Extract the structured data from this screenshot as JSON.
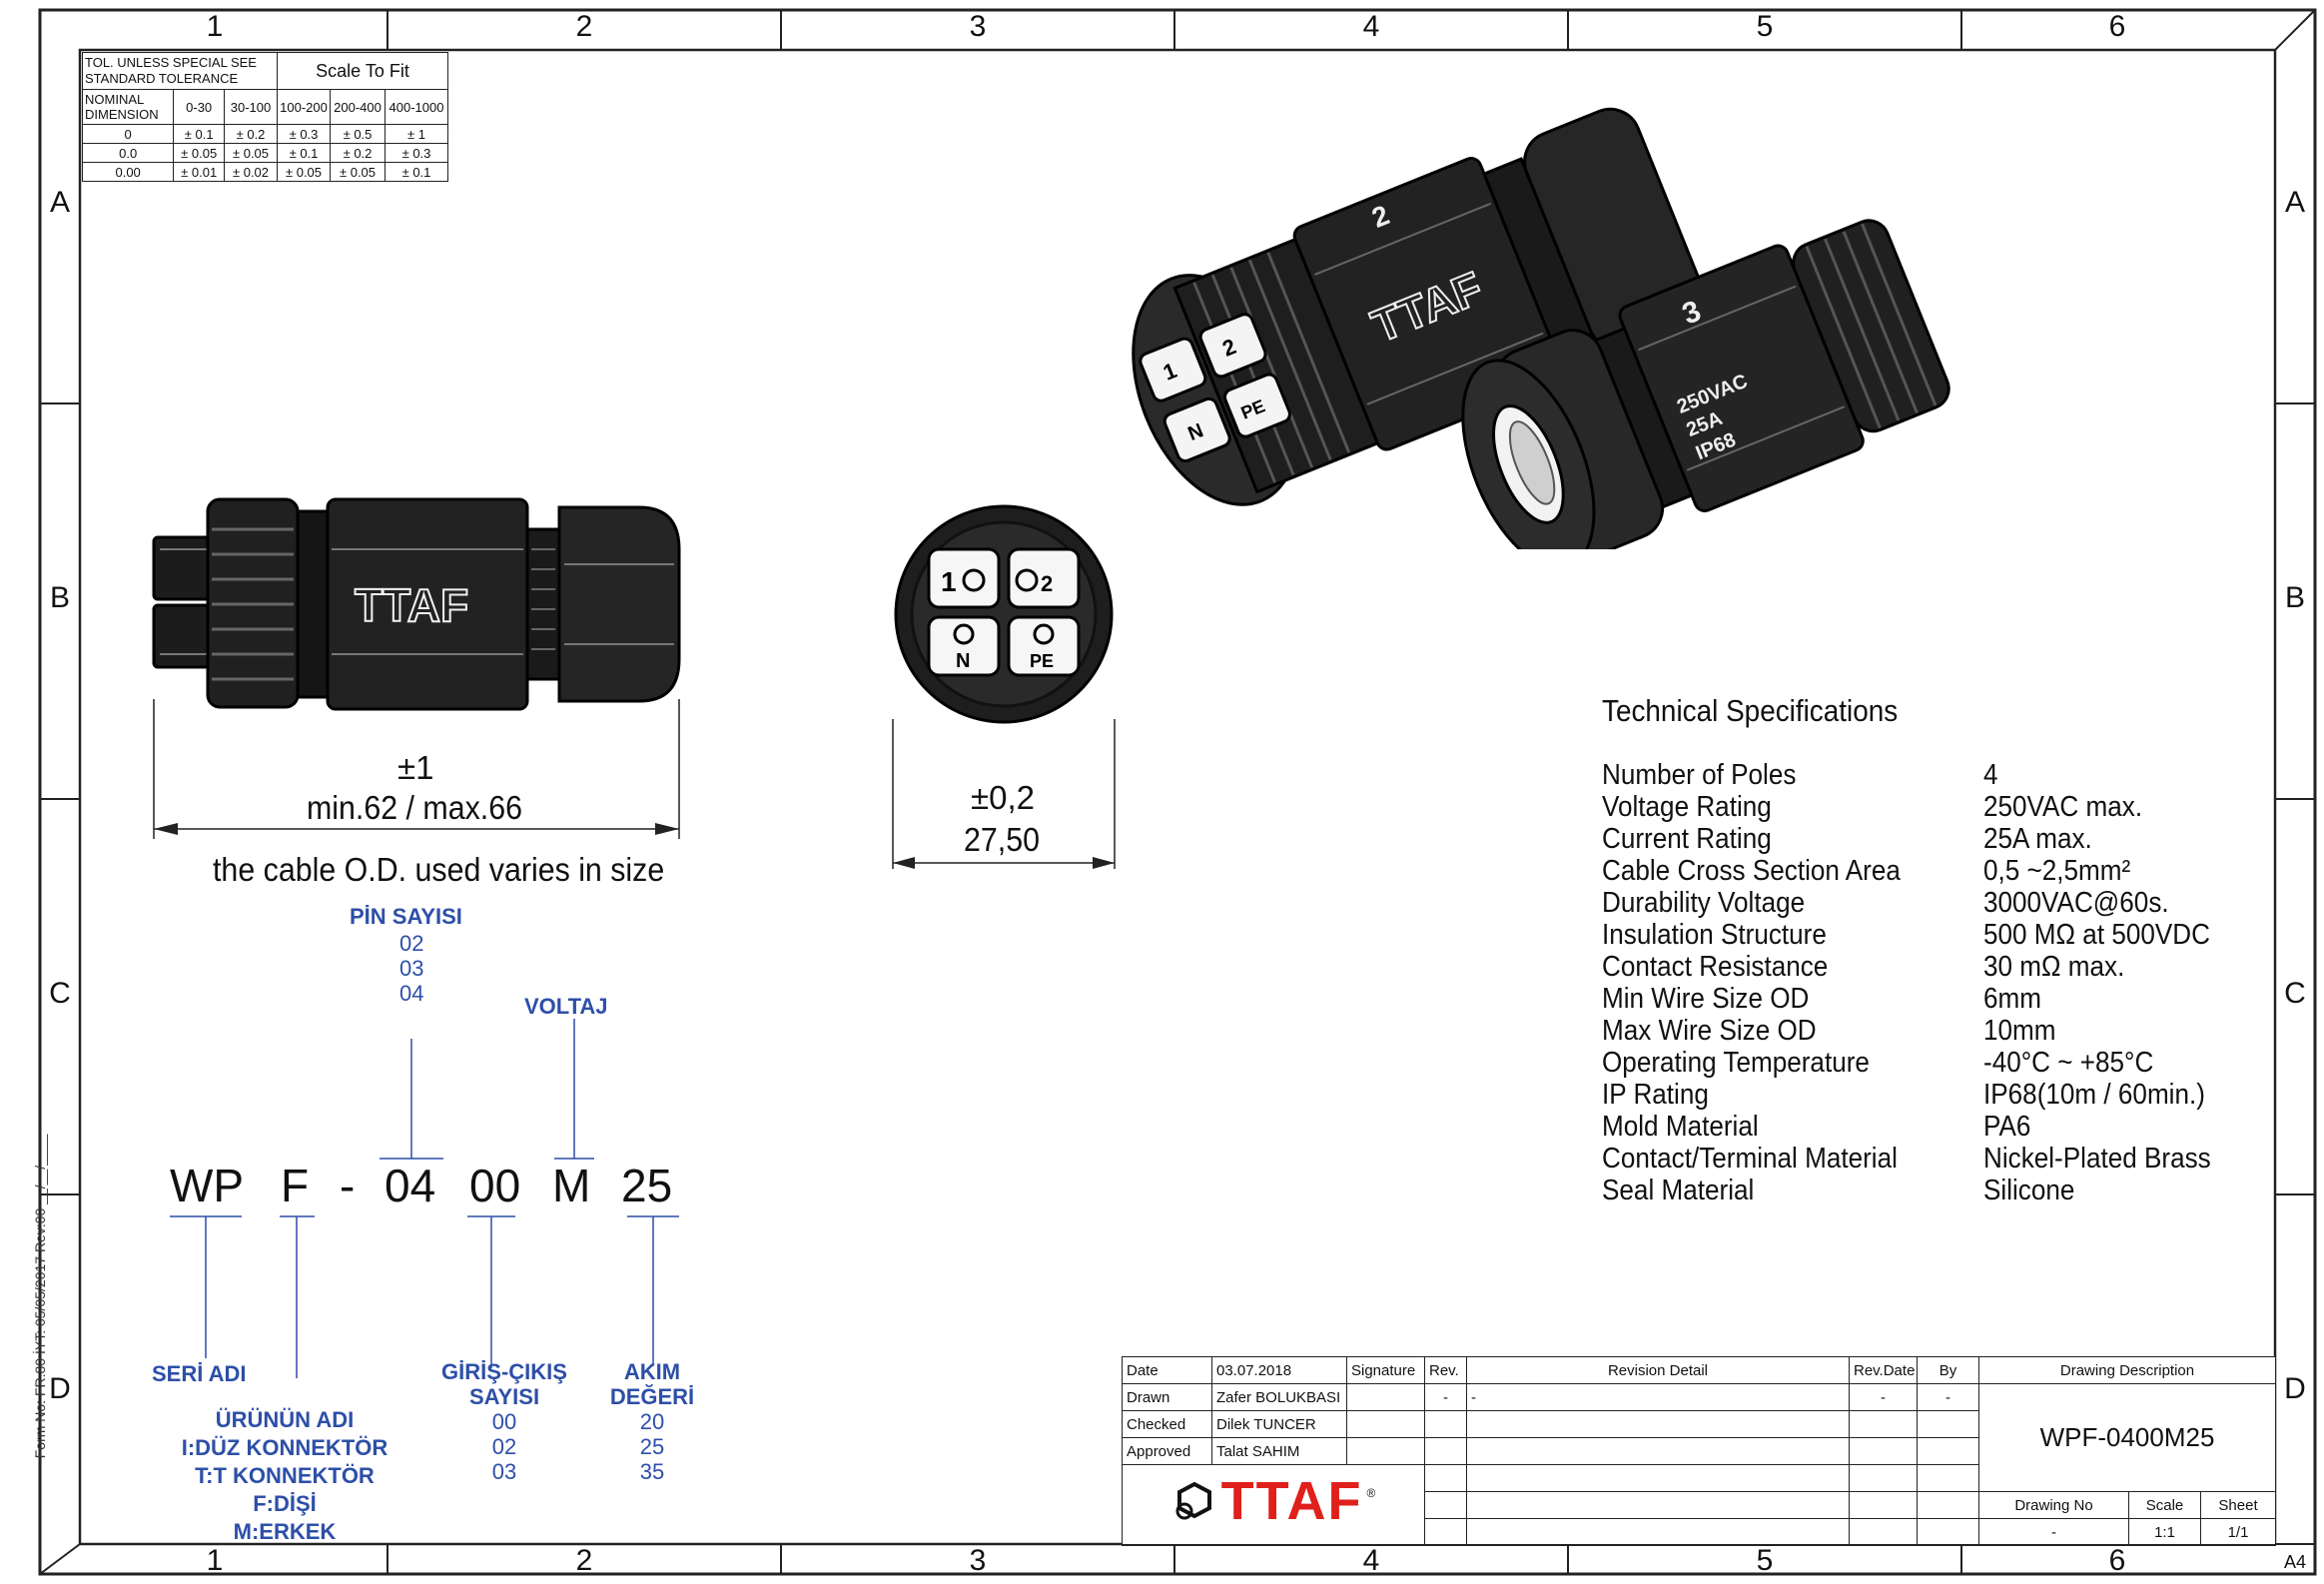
{
  "frame": {
    "columns": [
      "1",
      "2",
      "3",
      "4",
      "5",
      "6"
    ],
    "rows": [
      "A",
      "B",
      "C",
      "D"
    ],
    "paper_size": "A4",
    "form_note": "Form No: FR.80  İYT: 05/05/2017  Rev:00  __/__/____"
  },
  "tolerance_table": {
    "title": "TOL. UNLESS SPECIAL SEE STANDARD TOLERANCE",
    "scale": "Scale To Fit",
    "nominal_label": "NOMINAL DIMENSION",
    "ranges": [
      "0-30",
      "30-100",
      "100-200",
      "200-400",
      "400-1000"
    ],
    "rows": [
      {
        "dim": "0",
        "vals": [
          "± 0.1",
          "± 0.2",
          "± 0.3",
          "± 0.5",
          "± 1"
        ]
      },
      {
        "dim": "0.0",
        "vals": [
          "± 0.05",
          "± 0.05",
          "± 0.1",
          "± 0.2",
          "± 0.3"
        ]
      },
      {
        "dim": "0.00",
        "vals": [
          "± 0.01",
          "± 0.02",
          "± 0.05",
          "± 0.05",
          "± 0.1"
        ]
      }
    ]
  },
  "side_view": {
    "brand": "TTAF",
    "dim_tol": "±1",
    "dim_value": "min.62 / max.66",
    "note": "the cable O.D. used varies in size"
  },
  "front_view": {
    "dim_tol": "±0,2",
    "dim_value": "27,50",
    "pins": [
      "1",
      "2",
      "N",
      "PE"
    ]
  },
  "iso_view": {
    "labels": [
      "2",
      "3",
      "1",
      "2",
      "N",
      "PE",
      "250VAC",
      "25A",
      "IP68"
    ]
  },
  "specs": {
    "title": "Technical Specifications",
    "items": [
      {
        "label": "Number of Poles",
        "value": "4"
      },
      {
        "label": "Voltage Rating",
        "value": "250VAC max."
      },
      {
        "label": "Current Rating",
        "value": "25A max."
      },
      {
        "label": "Cable Cross Section Area",
        "value": "0,5 ~2,5mm²"
      },
      {
        "label": "Durability Voltage",
        "value": "3000VAC@60s."
      },
      {
        "label": "Insulation Structure",
        "value": "500 MΩ at 500VDC"
      },
      {
        "label": "Contact Resistance",
        "value": "30 mΩ max."
      },
      {
        "label": "Min Wire Size OD",
        "value": "6mm"
      },
      {
        "label": "Max Wire Size OD",
        "value": "10mm"
      },
      {
        "label": "Operating Temperature",
        "value": "-40°C ~ +85°C"
      },
      {
        "label": "IP Rating",
        "value": "IP68(10m / 60min.)"
      },
      {
        "label": "Mold Material",
        "value": "PA6"
      },
      {
        "label": "Contact/Terminal Material",
        "value": "Nickel-Plated Brass"
      },
      {
        "label": "Seal Material",
        "value": "Silicone"
      }
    ]
  },
  "code": {
    "parts": [
      "WP",
      "F",
      "-",
      "04",
      "00",
      "M",
      "25"
    ],
    "pin_title": "PİN SAYISI",
    "pin_values": [
      "02",
      "03",
      "04"
    ],
    "voltage_title": "VOLTAJ",
    "series_title": "SERİ ADI",
    "product_title": "ÜRÜNÜN ADI",
    "product_values": [
      "I:DÜZ KONNEKTÖR",
      "T:T KONNEKTÖR",
      "F:DİŞİ",
      "M:ERKEK"
    ],
    "io_title": [
      "GİRİŞ-ÇIKIŞ",
      "SAYISI"
    ],
    "io_values": [
      "00",
      "02",
      "03"
    ],
    "current_title": [
      "AKIM",
      "DEĞERİ"
    ],
    "current_values": [
      "20",
      "25",
      "35"
    ]
  },
  "title_block": {
    "headers": {
      "date": "Date",
      "signature": "Signature",
      "rev": "Rev.",
      "revision_detail": "Revision Detail",
      "rev_date": "Rev.Date",
      "by": "By",
      "drawing_description": "Drawing Description"
    },
    "date": "03.07.2018",
    "drawn_label": "Drawn",
    "drawn_by": "Zafer BOLUKBASI",
    "checked_label": "Checked",
    "checked_by": "Dilek TUNCER",
    "approved_label": "Approved",
    "approved_by": "Talat SAHIM",
    "dash": "-",
    "description": "WPF-0400M25",
    "drawing_no_label": "Drawing No",
    "drawing_no": "-",
    "scale_label": "Scale",
    "scale": "1:1",
    "sheet_label": "Sheet",
    "sheet": "1/1",
    "logo_text": "TTAF",
    "logo_mark": "®"
  },
  "colors": {
    "line": "#222222",
    "accent_blue": "#2d4fa8",
    "logo_red": "#e0201a",
    "body_dark": "#1d1d1d"
  }
}
